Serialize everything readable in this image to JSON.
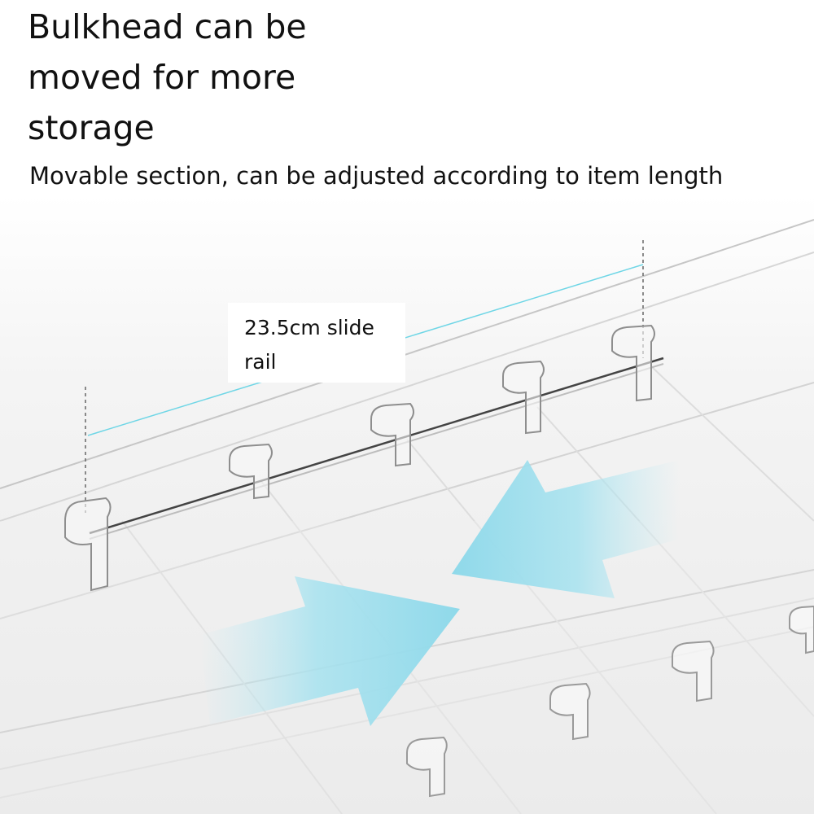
{
  "headline": "Bulkhead can be moved for more storage",
  "subline": "Movable section, can be adjusted according to item length",
  "rail_label": "23.5cm slide\n rail",
  "colors": {
    "arrow": "#9fe0ee",
    "measure_line": "#6fd6e6",
    "tray_edge": "#c9c9c9",
    "background": "#ffffff"
  },
  "icons": [
    "arrow-right-icon",
    "arrow-left-icon"
  ]
}
